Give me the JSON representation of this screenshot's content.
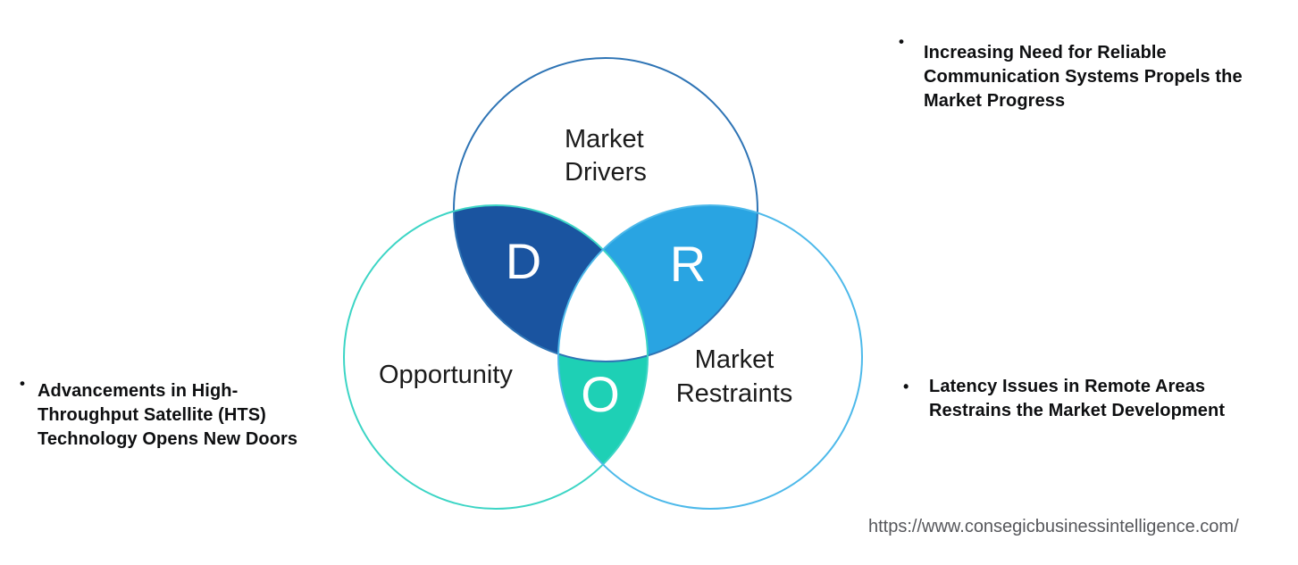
{
  "venn": {
    "drivers": {
      "lines": [
        "Market",
        "Drivers"
      ]
    },
    "opportunity": {
      "label": "Opportunity"
    },
    "restraints": {
      "lines": [
        "Market",
        "Restraints"
      ]
    },
    "regions": {
      "d": {
        "letter": "D",
        "fill": "#1A54A0"
      },
      "r": {
        "letter": "R",
        "fill": "#29A4E2"
      },
      "o": {
        "letter": "O",
        "fill": "#1ED0B5"
      }
    },
    "outlines": {
      "drivers": "#2E74B5",
      "opportunity": "#3CD5C5",
      "restraints": "#4DB9EA"
    },
    "center_fill": "#ffffff"
  },
  "bullets": {
    "driver_note": {
      "marker": "•",
      "lines": [
        "Increasing Need for Reliable",
        "Communication Systems Propels the",
        "Market Progress"
      ]
    },
    "opportunity_note": {
      "marker": "•",
      "lines": [
        "Advancements in High-",
        "Throughput Satellite (HTS)",
        "Technology Opens New Doors"
      ]
    },
    "restraint_note": {
      "marker": "•",
      "lines": [
        "Latency Issues in Remote Areas",
        "Restrains the Market Development"
      ]
    }
  },
  "footer": {
    "url": "https://www.consegicbusinessintelligence.com/"
  }
}
